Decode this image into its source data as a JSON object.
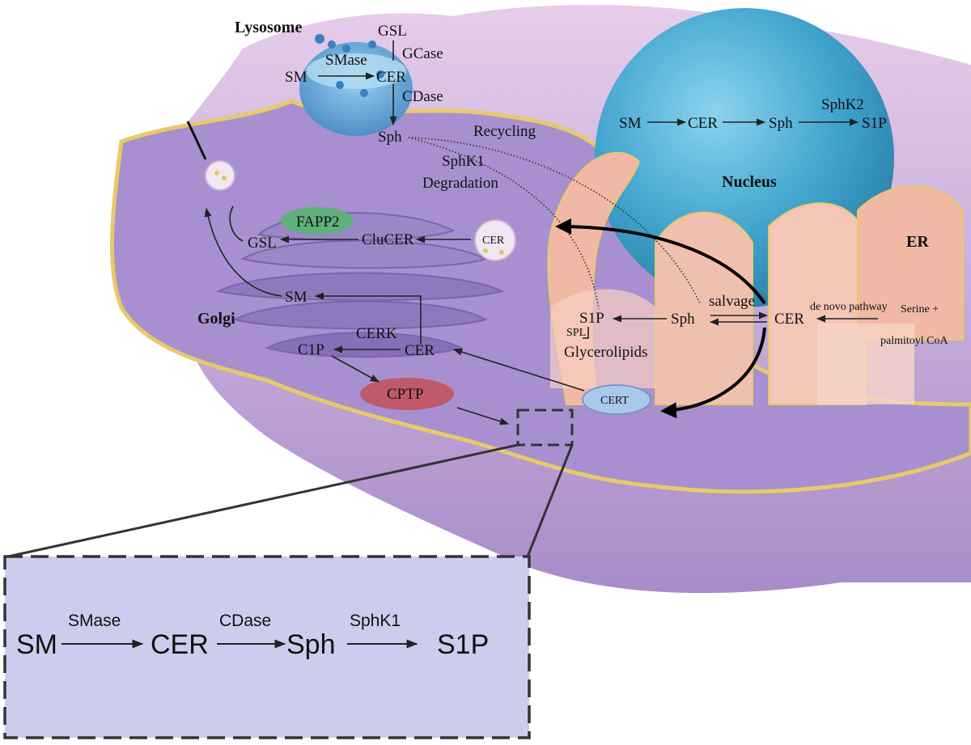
{
  "labels": {
    "lysosome": "Lysosome",
    "nucleus": "Nucleus",
    "er": "ER",
    "golgi": "Golgi"
  },
  "lysosome_pathway": {
    "gsl": "GSL",
    "gcase": "GCase",
    "smase": "SMase",
    "sm": "SM",
    "cer": "CER",
    "cdase": "CDase",
    "sph": "Sph"
  },
  "nucleus_pathway": {
    "sm": "SM",
    "cer": "CER",
    "sph": "Sph",
    "sphk2": "SphK2",
    "s1p": "S1P"
  },
  "cytoplasm": {
    "recycling": "Recycling",
    "sphk1": "SphK1",
    "degradation": "Degradation",
    "cer_vesicle": "CER"
  },
  "golgi_pathway": {
    "fapp2": "FAPP2",
    "gsl": "GSL",
    "clucer": "CluCER",
    "sm": "SM",
    "cerk": "CERK",
    "c1p": "C1P",
    "cer": "CER",
    "cptp": "CPTP",
    "cert": "CERT"
  },
  "er_pathway": {
    "salvage": "salvage",
    "de_novo": "de novo pathway",
    "serine": "Serine +",
    "palmitoyl": "palmitoyl CoA",
    "s1p": "S1P",
    "sph": "Sph",
    "cer": "CER",
    "spl": "SPL",
    "glycerolipids": "Glycerolipids"
  },
  "inset": {
    "sm": "SM",
    "smase": "SMase",
    "cer": "CER",
    "cdase": "CDase",
    "sph": "Sph",
    "sphk1": "SphK1",
    "s1p": "S1P"
  },
  "colors": {
    "cytoplasm": "#b9a3d6",
    "cell_outer": "#d7c2e3",
    "nucleus": "#4aa8d0",
    "golgi": "#8b74b8",
    "er": "#f2b8a6",
    "fapp2": "#5fb07a",
    "cptp": "#c05a6a",
    "cert": "#a9c9ea",
    "inset_bg": "#ccccee"
  }
}
